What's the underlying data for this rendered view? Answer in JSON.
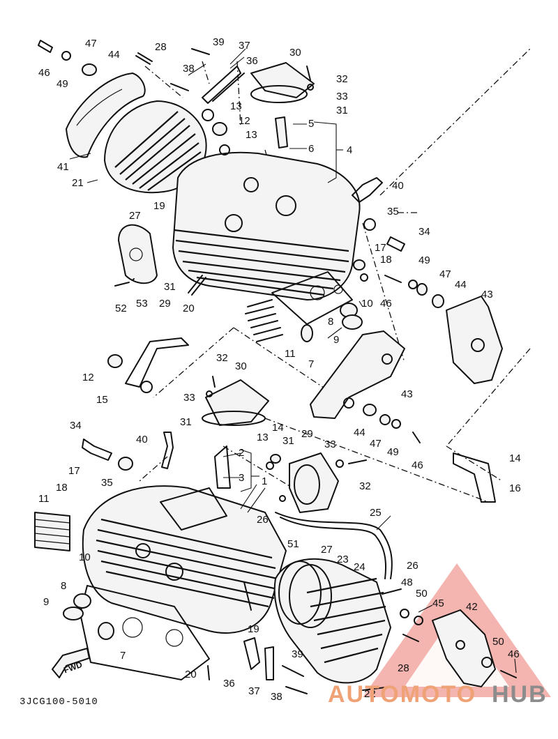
{
  "diagram_code": "3JCG100-5010",
  "fwd_label": "FWD",
  "watermark": {
    "part1": "AUTOMOTO",
    "part2": "HUB",
    "color_main": "#f0a277",
    "color_hub": "#8c8c8c",
    "triangle_color": "#e8807a"
  },
  "callouts": {
    "top_46": "46",
    "top_49": "49",
    "top_47": "47",
    "top_44": "44",
    "top_28": "28",
    "top_39": "39",
    "top_37": "37",
    "top_36": "36",
    "top_38": "38",
    "top_30": "30",
    "top_32": "32",
    "top_33": "33",
    "top_31": "31",
    "top_13a": "13",
    "top_12": "12",
    "top_13b": "13",
    "top_5": "5",
    "top_6": "6",
    "top_4": "4",
    "top_41": "41",
    "top_21": "21",
    "top_27": "27",
    "top_19": "19",
    "top_40": "40",
    "top_35": "35",
    "top_34": "34",
    "top_31b": "31",
    "top_29": "29",
    "top_52": "52",
    "top_53": "53",
    "top_20": "20",
    "top_17": "17",
    "top_18": "18",
    "top_49b": "49",
    "top_47b": "47",
    "top_44b": "44",
    "top_43": "43",
    "top_46b": "46",
    "top_10": "10",
    "top_8": "8",
    "top_9": "9",
    "top_11": "11",
    "top_7": "7",
    "mid_12": "12",
    "mid_15": "15",
    "mid_32": "32",
    "mid_30": "30",
    "mid_33": "33",
    "mid_31": "31",
    "mid_43": "43",
    "mid_44": "44",
    "mid_47": "47",
    "mid_49": "49",
    "mid_46": "46",
    "mid_14": "14",
    "mid_16": "16",
    "bot_34": "34",
    "bot_40": "40",
    "bot_17": "17",
    "bot_18": "18",
    "bot_35": "35",
    "bot_11": "11",
    "bot_10": "10",
    "bot_8": "8",
    "bot_9": "9",
    "bot_7": "7",
    "bot_14": "14",
    "bot_13": "13",
    "bot_31": "31",
    "bot_29": "29",
    "bot_33": "33",
    "bot_32": "32",
    "bot_2": "2",
    "bot_3": "3",
    "bot_1": "1",
    "bot_26": "26",
    "bot_25": "25",
    "bot_51": "51",
    "bot_27": "27",
    "bot_23": "23",
    "bot_24": "24",
    "bot_26b": "26",
    "bot_48": "48",
    "bot_50": "50",
    "bot_45": "45",
    "bot_42": "42",
    "bot_19": "19",
    "bot_28": "28",
    "bot_50b": "50",
    "bot_46": "46",
    "bot_39": "39",
    "bot_20": "20",
    "bot_36": "36",
    "bot_37": "37",
    "bot_38": "38",
    "bot_22": "22"
  }
}
